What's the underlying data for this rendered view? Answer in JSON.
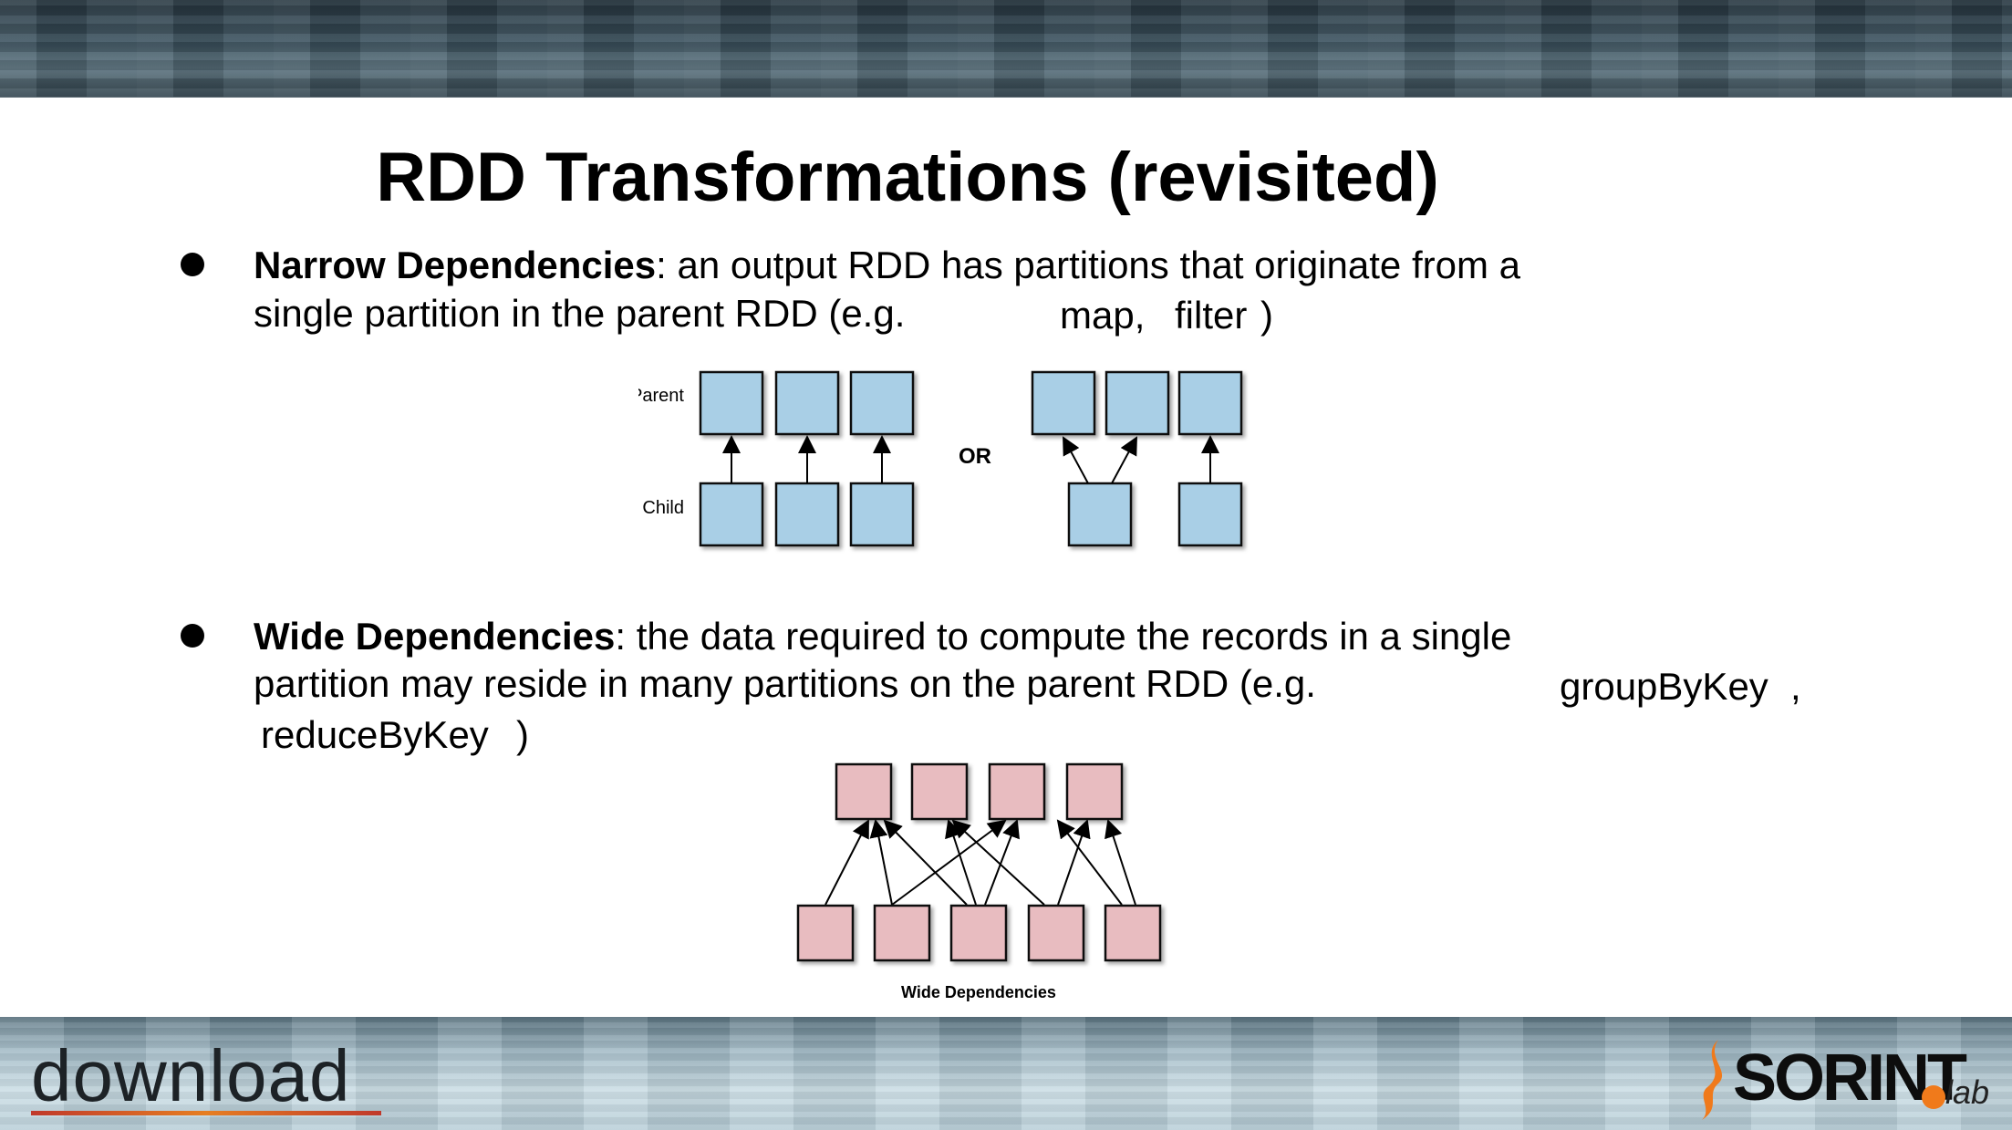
{
  "slide": {
    "title": "RDD Transformations (revisited)",
    "narrow": {
      "term": "Narrow Dependencies",
      "line1_rest": ": an output RDD has partitions that originate from a",
      "line2": "single partition in the parent RDD (e.g.",
      "code1": "map,",
      "code2": "filter",
      "close": ")"
    },
    "wide": {
      "term": "Wide Dependencies",
      "line1_rest": ": the data required to compute the records in a single",
      "line2": "partition may reside in many partitions on the parent RDD (e.g.",
      "code1": "groupByKey",
      "comma": ",",
      "code2": "reduceByKey",
      "close": ")"
    }
  },
  "narrow_diagram": {
    "parent_label": "Parent",
    "child_label": "Child",
    "or_label": "OR",
    "box_color": "#a9cfe6"
  },
  "wide_diagram": {
    "caption": "Wide Dependencies",
    "box_color": "#e8bcc0"
  },
  "footer": {
    "left_logo": "download",
    "right_logo": "SORINT",
    "right_logo_suffix": "lab",
    "accent_color": "#f07a1b"
  }
}
